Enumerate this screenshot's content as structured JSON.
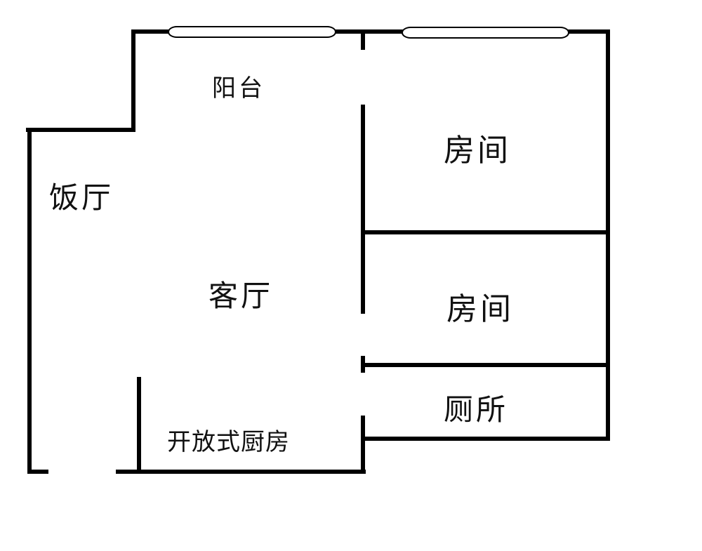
{
  "rooms": {
    "balcony": "阳台",
    "dining": "饭厅",
    "living": "客厅",
    "bedroom_1": "房间",
    "bedroom_2": "房间",
    "toilet": "厕所",
    "kitchen": "开放式厨房"
  },
  "colors": {
    "wall": "#000000",
    "background": "#ffffff"
  }
}
